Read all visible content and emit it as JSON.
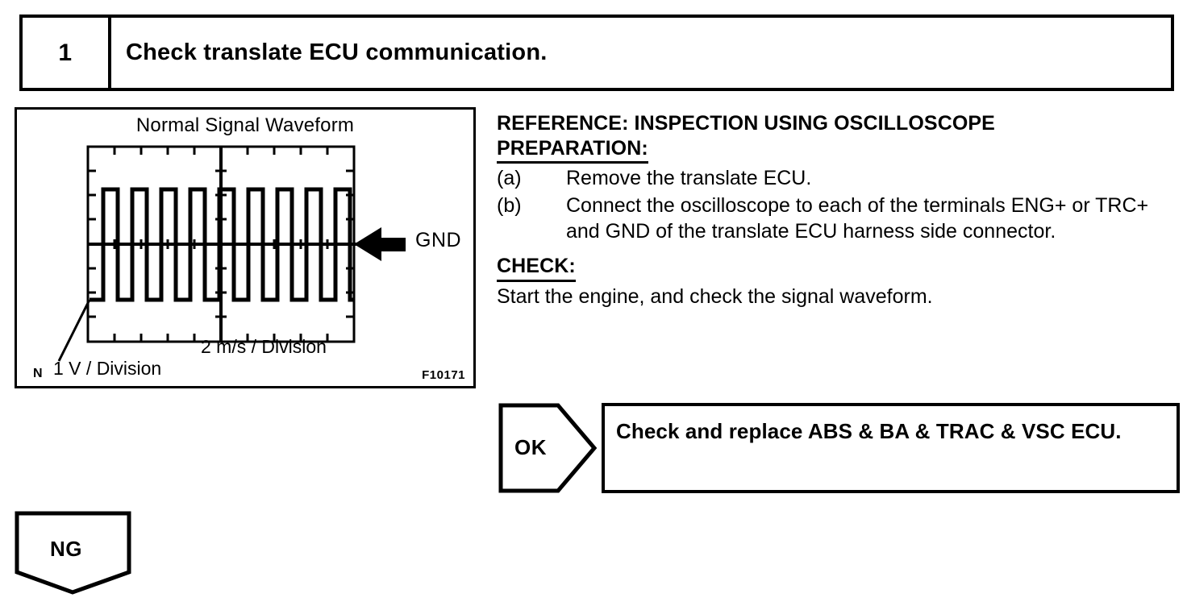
{
  "step": {
    "number": "1",
    "title": "Check translate ECU communication."
  },
  "figure": {
    "title": "Normal Signal Waveform",
    "code": "F10171",
    "gnd_label": "GND",
    "vertical_scale_label": "1 V / Division",
    "horizontal_scale_label": "2 m/s / Division",
    "corner_mark": "N"
  },
  "chart_data": {
    "type": "line",
    "title": "Normal Signal Waveform",
    "xlabel": "2 m/s / Division",
    "ylabel": "1 V / Division",
    "grid": true,
    "legend": false,
    "annotations": [
      "GND"
    ],
    "x_divisions": 10,
    "y_divisions": 8,
    "waveform": "square",
    "pulse_count": 9,
    "duty_cycle_percent": 50,
    "high_level_divisions": 1.6,
    "low_level_divisions": -1.6,
    "gnd_level_divisions": 0,
    "start_level": "low",
    "series": [
      {
        "name": "signal",
        "levels": [
          "low",
          "high",
          "low",
          "high",
          "low",
          "high",
          "low",
          "high",
          "low",
          "high",
          "low",
          "high",
          "low",
          "high",
          "low",
          "high",
          "low",
          "high",
          "low"
        ]
      }
    ]
  },
  "reference": {
    "heading": "REFERENCE: INSPECTION USING OSCILLOSCOPE",
    "preparation_heading": "PREPARATION:",
    "steps": [
      {
        "marker": "(a)",
        "text": "Remove the translate ECU."
      },
      {
        "marker": "(b)",
        "text": "Connect the oscilloscope to each of the terminals ENG+ or TRC+ and GND of the translate ECU harness side connector."
      }
    ],
    "check_heading": "CHECK:",
    "check_text": "Start the engine, and check the signal waveform."
  },
  "branches": {
    "ok_label": "OK",
    "ok_result": "Check and replace ABS & BA & TRAC & VSC ECU.",
    "ng_label": "NG"
  },
  "colors": {
    "ink": "#000000",
    "paper": "#ffffff"
  }
}
